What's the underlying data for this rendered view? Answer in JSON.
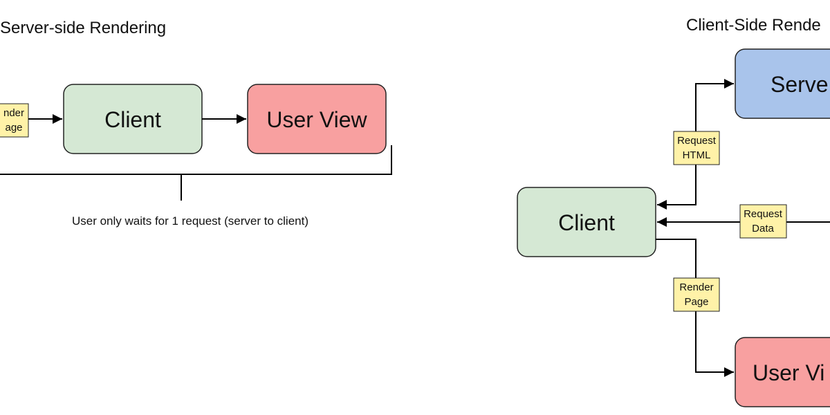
{
  "server_side": {
    "title": "Server-side Rendering",
    "render_label_line1": "nder",
    "render_label_line2": "age",
    "client": "Client",
    "user_view": "User View",
    "note": "User only waits for 1 request (server to client)"
  },
  "client_side": {
    "title": "Client-Side Rende",
    "server": "Serve",
    "client": "Client",
    "user_view": "User Vi",
    "request_html_line1": "Request",
    "request_html_line2": "HTML",
    "request_data_line1": "Request",
    "request_data_line2": "Data",
    "render_page_line1": "Render",
    "render_page_line2": "Page"
  },
  "colors": {
    "client_fill": "#d5e8d4",
    "client_stroke": "#82b366",
    "user_view_fill": "#f8a0a0",
    "user_view_stroke": "#b85450",
    "server_fill": "#a9c4eb",
    "server_stroke": "#6c8ebf",
    "label_fill": "#fff2a8",
    "label_stroke": "#222222"
  }
}
